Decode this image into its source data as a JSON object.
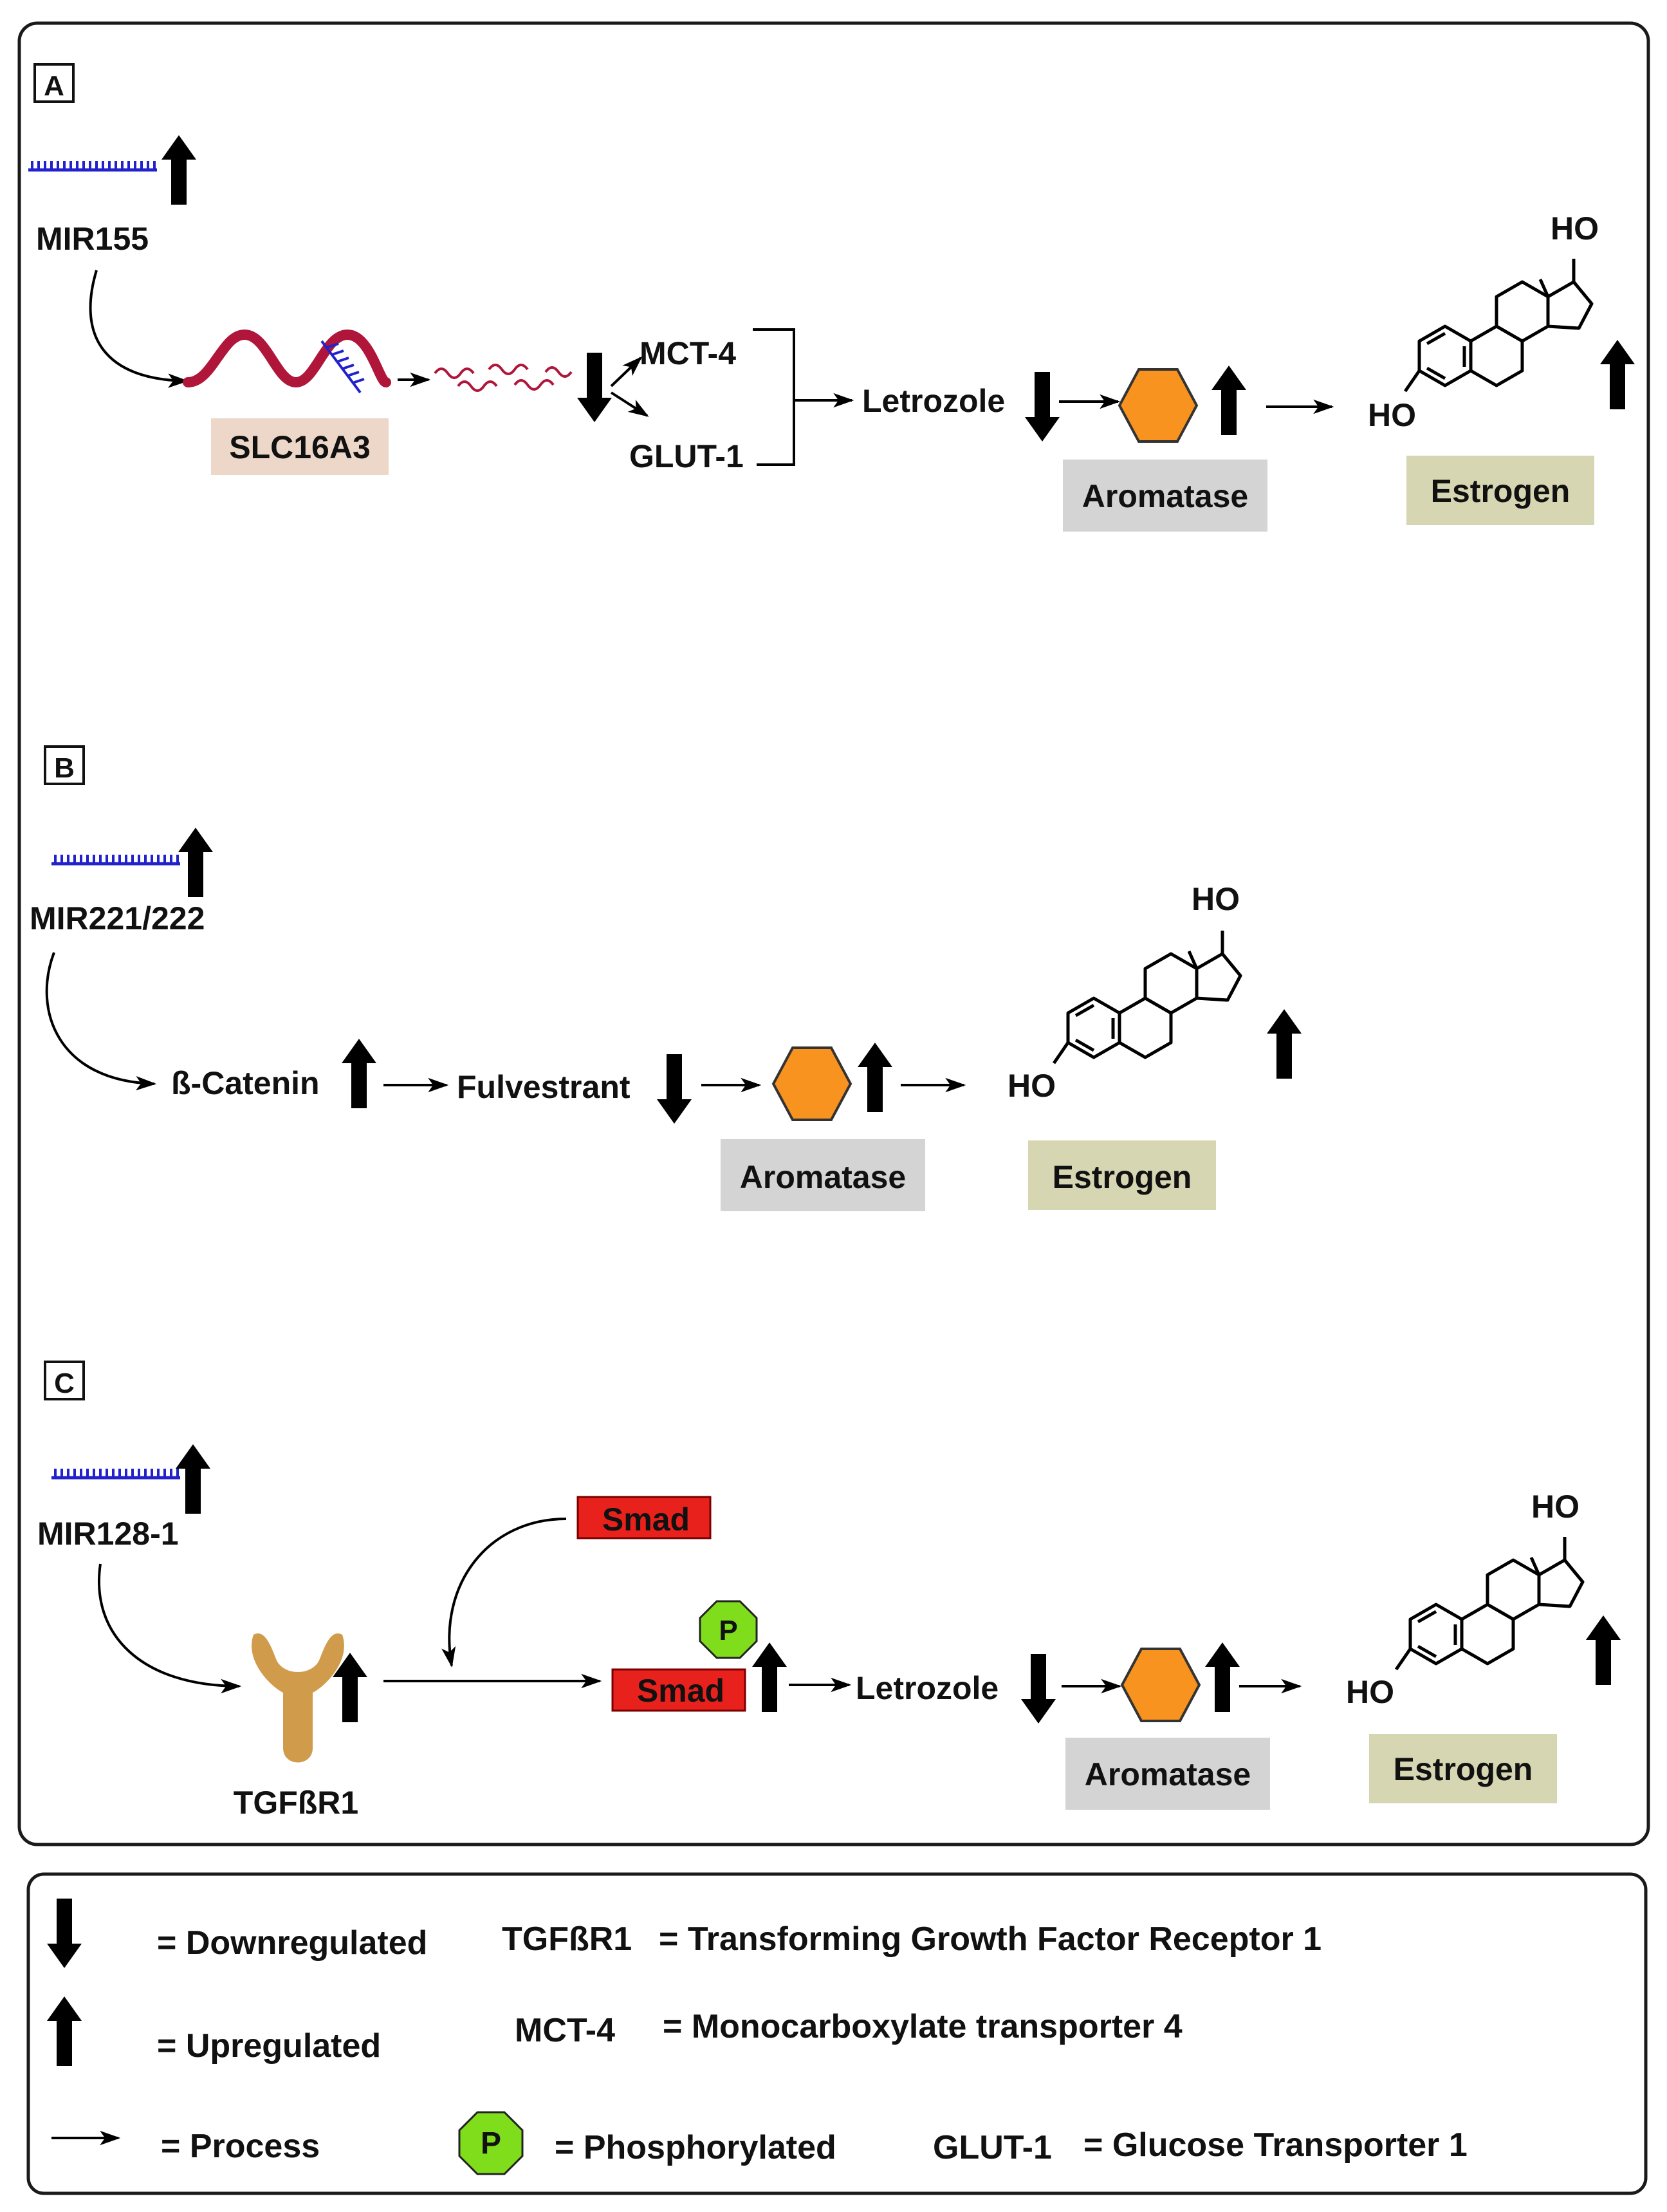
{
  "colors": {
    "up_down_arrow": "#000000",
    "mirna": "#2222cc",
    "mrna": "#b0163a",
    "aromatase_hex": "#f7931e",
    "aromatase_label_bg": "#d4d4d4",
    "estrogen_label_bg": "#d6d6b3",
    "slc_label_bg": "#ecd7c8",
    "smad": "#e8211c",
    "phospho": "#7fdd1c",
    "receptor": "#d19b4c"
  },
  "panels": {
    "A": {
      "letter": "A",
      "mirna": "MIR155",
      "target": "SLC16A3",
      "products": [
        "MCT-4",
        "GLUT-1"
      ],
      "drug": "Letrozole",
      "enzyme": "Aromatase",
      "hormone": "Estrogen",
      "ho_top": "HO",
      "ho_left": "HO"
    },
    "B": {
      "letter": "B",
      "mirna": "MIR221/222",
      "target": "ß-Catenin",
      "drug": "Fulvestrant",
      "enzyme": "Aromatase",
      "hormone": "Estrogen",
      "ho_top": "HO",
      "ho_left": "HO"
    },
    "C": {
      "letter": "C",
      "mirna": "MIR128-1",
      "receptor": "TGFßR1",
      "smad_free": "Smad",
      "smad_bound": "Smad",
      "phospho": "P",
      "drug": "Letrozole",
      "enzyme": "Aromatase",
      "hormone": "Estrogen",
      "ho_top": "HO",
      "ho_left": "HO"
    }
  },
  "legend": {
    "downregulated": "= Downregulated",
    "upregulated": "= Upregulated",
    "process": "= Process",
    "phospho_symbol": "P",
    "phosphorylated": "= Phosphorylated",
    "tgf_abbr": "TGFßR1",
    "tgf_def": "= Transforming Growth Factor Receptor 1",
    "mct_abbr": "MCT-4",
    "mct_def": "= Monocarboxylate transporter 4",
    "glut_abbr": "GLUT-1",
    "glut_def": "= Glucose Transporter 1"
  }
}
